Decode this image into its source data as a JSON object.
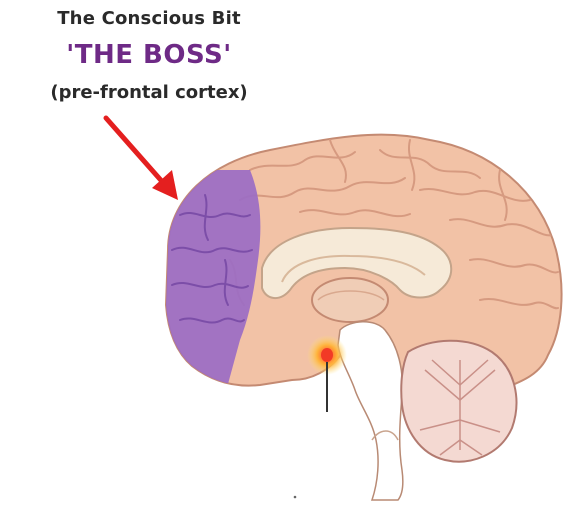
{
  "title_line1": "The Conscious Bit",
  "title_line2": "'THE BOSS'",
  "title_line3": "(pre-frontal cortex)",
  "colors": {
    "highlight": "#9b6cc4",
    "arrow": "#e41f1f",
    "brain": "#f2c2a6",
    "label_accent": "#6e2a86"
  }
}
